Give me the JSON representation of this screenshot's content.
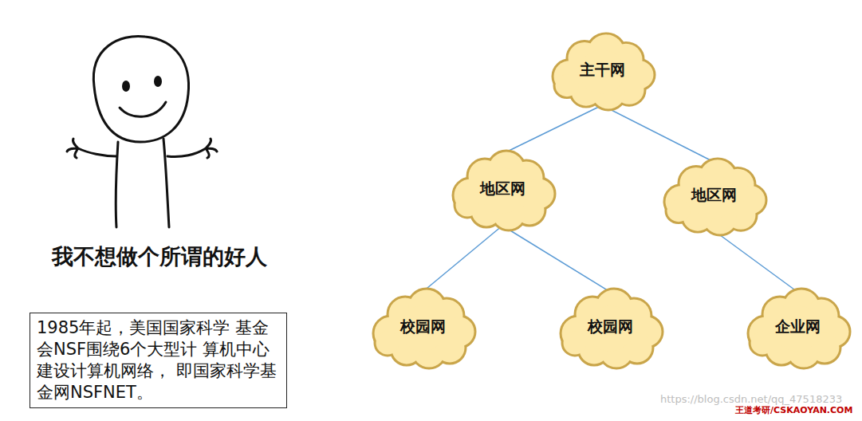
{
  "diagram": {
    "nodes": [
      {
        "text": [
          "主干网"
        ]
      },
      {
        "text": [
          "地区网"
        ]
      },
      {
        "text": [
          "地区网"
        ]
      },
      {
        "text": [
          "校园网"
        ]
      },
      {
        "text": [
          "校园网"
        ]
      },
      {
        "text": [
          "企业网"
        ]
      },
      {
        "text": [
          "1985年起，美国国家科学 基金会NSF围绕6个大型计 算机中心建设计算机网络， 即国家科学基金网NSFNET。"
        ]
      }
    ],
    "edges": [
      {
        "from": 0,
        "to": 1,
        "arrow": "none"
      },
      {
        "from": 0,
        "to": 2,
        "arrow": "none"
      },
      {
        "from": 1,
        "to": 3,
        "arrow": "none"
      },
      {
        "from": 1,
        "to": 4,
        "arrow": "none"
      },
      {
        "from": 2,
        "to": 5,
        "arrow": "none"
      }
    ],
    "labels": [
      "我不想做个所谓的好人",
      "https://blog.csdn.net/qq_47518233",
      "王道考研/CSKAOYAN.COM"
    ]
  }
}
